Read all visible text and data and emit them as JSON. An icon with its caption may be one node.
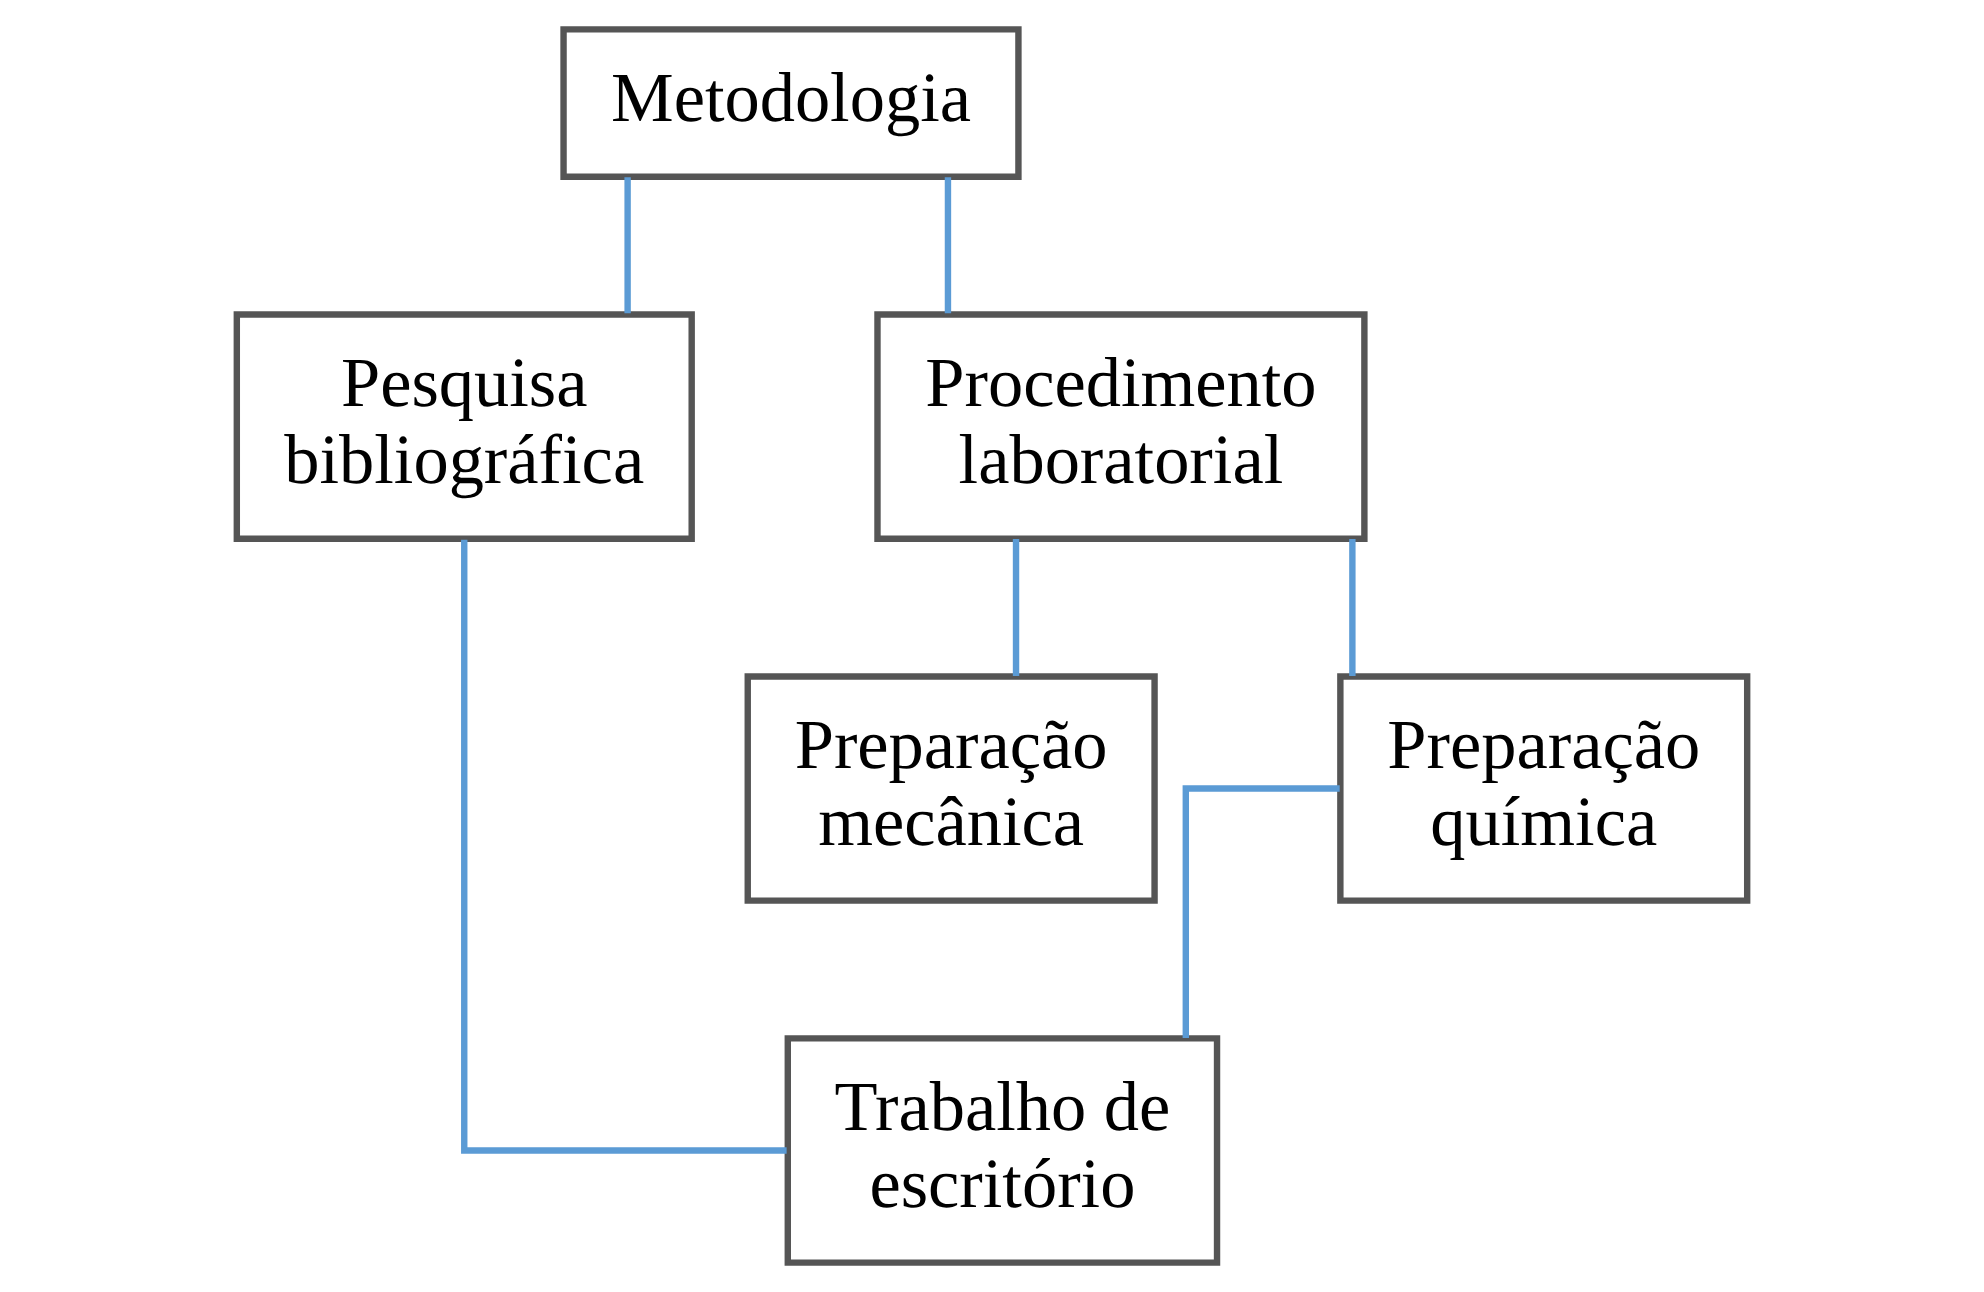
{
  "diagram": {
    "nodes": [
      {
        "text": [
          "Metodologia"
        ]
      },
      {
        "text": [
          "Pesquisa bibliográfica"
        ]
      },
      {
        "text": [
          "Procedimento laboratorial"
        ]
      },
      {
        "text": [
          "Preparação mecânica"
        ]
      },
      {
        "text": [
          "Preparação química"
        ]
      },
      {
        "text": [
          "Trabalho de escritório"
        ]
      }
    ],
    "edges": [
      {
        "from": 0,
        "to": 1,
        "arrow": "none"
      },
      {
        "from": 0,
        "to": 2,
        "arrow": "none"
      },
      {
        "from": 2,
        "to": 3,
        "arrow": "none"
      },
      {
        "from": 2,
        "to": 4,
        "arrow": "none"
      },
      {
        "from": 1,
        "to": 5,
        "arrow": "none"
      },
      {
        "from": 4,
        "to": 5,
        "arrow": "none"
      }
    ]
  }
}
